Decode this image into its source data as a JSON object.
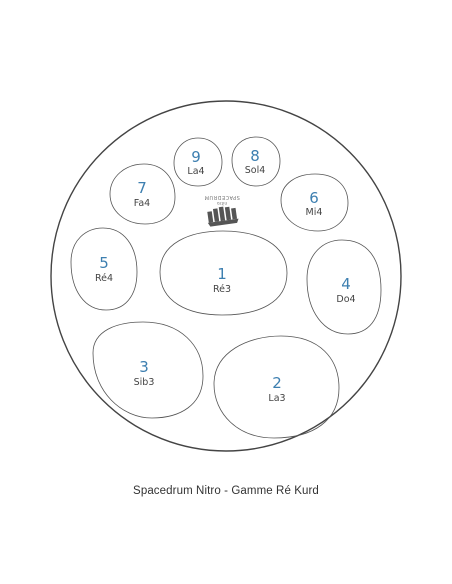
{
  "diagram": {
    "drum_outline_color": "#444444",
    "pad_outline_color": "#555555",
    "number_color": "#3d7fb0",
    "brand_mark": "SPACEDRUM nitro",
    "pads": [
      {
        "number": "1",
        "note": "Ré3"
      },
      {
        "number": "2",
        "note": "La3"
      },
      {
        "number": "3",
        "note": "Sib3"
      },
      {
        "number": "4",
        "note": "Do4"
      },
      {
        "number": "5",
        "note": "Ré4"
      },
      {
        "number": "6",
        "note": "Mi4"
      },
      {
        "number": "7",
        "note": "Fa4"
      },
      {
        "number": "8",
        "note": "Sol4"
      },
      {
        "number": "9",
        "note": "La4"
      }
    ]
  },
  "caption": "Spacedrum Nitro - Gamme Ré Kurd"
}
